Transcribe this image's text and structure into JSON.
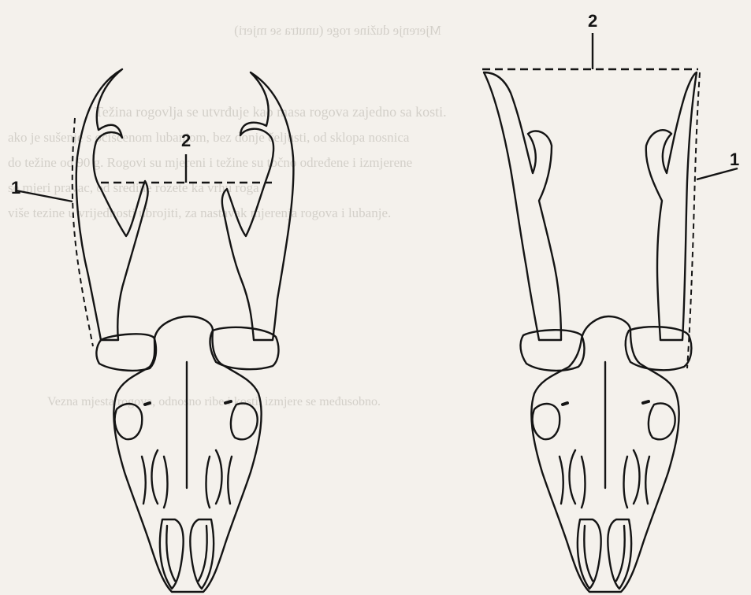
{
  "figure": {
    "left_skull": {
      "label_width_marker": "2",
      "label_beam_marker": "1"
    },
    "right_skull": {
      "label_width_marker": "2",
      "label_beam_marker": "1"
    }
  },
  "colors": {
    "paper": "#f4f1ec",
    "ink": "#141414",
    "bleed_through_text": "#b9b4ad"
  },
  "bleed_through": {
    "top_line": "Mjerenje dužine roge (unutra se mjeri)",
    "line_1": "Težina rogovlja se utvrđuje kao masa rogova zajedno sa kosti.",
    "line_2": "ako je sušenje s očiščenom lubanjom, bez donje čeljusti, od sklopa nosnica",
    "line_3": "do težine od 90 g. Rogovi su mjereni i težine su točno određene i izmjerene",
    "line_4": "se mjeri pravac, od sredine rozete ka vrhu roga",
    "line_5": "više tezine u vrijednosti ubrojiti, za nastavak mjerenja rogova i lubanje.",
    "bottom_block": "Vezna mjesta rogova, odnosno ribe i kosti, izmjere se međusobno."
  }
}
